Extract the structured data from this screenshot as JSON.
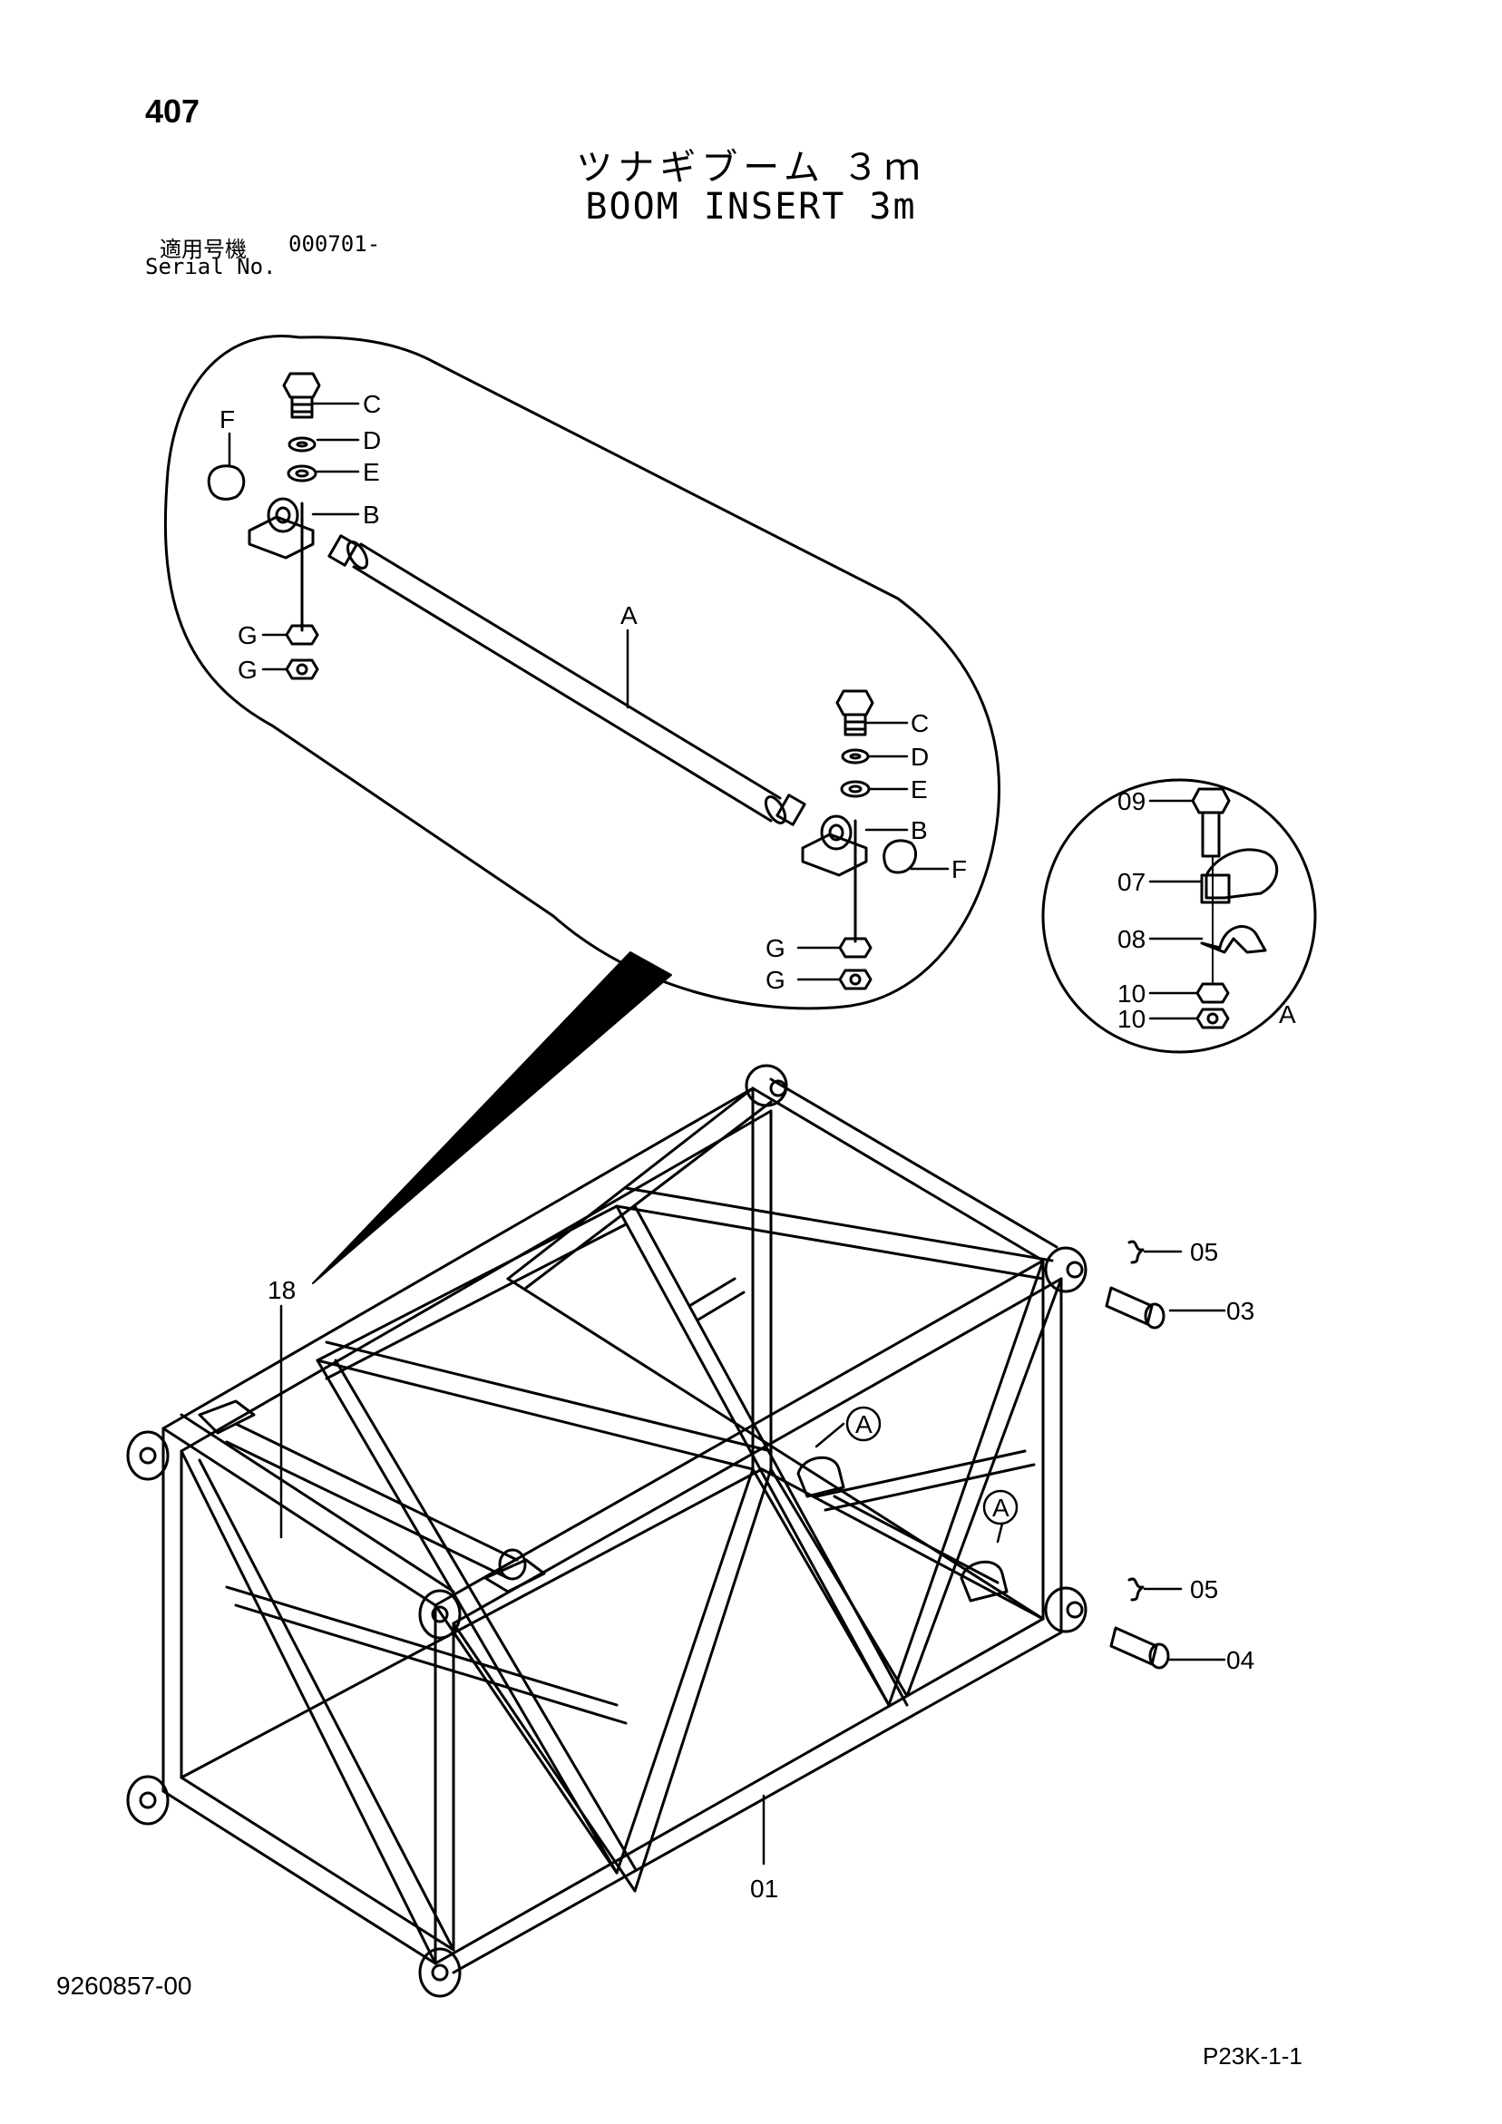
{
  "header": {
    "page_number": "407",
    "title_jp": "ツナギブーム ３ｍ",
    "title_en": "BOOM INSERT 3m",
    "serial_label_jp": "適用号機",
    "serial_label_en": "Serial No.",
    "serial_value": "000701-"
  },
  "callouts": {
    "A": "A",
    "B": "B",
    "C": "C",
    "D": "D",
    "E": "E",
    "F": "F",
    "G": "G",
    "p01": "01",
    "p03": "03",
    "p04": "04",
    "p05": "05",
    "p07": "07",
    "p08": "08",
    "p09": "09",
    "p10": "10",
    "p18": "18"
  },
  "footer": {
    "doc_number": "9260857-00",
    "page_code": "P23K-1-1"
  }
}
